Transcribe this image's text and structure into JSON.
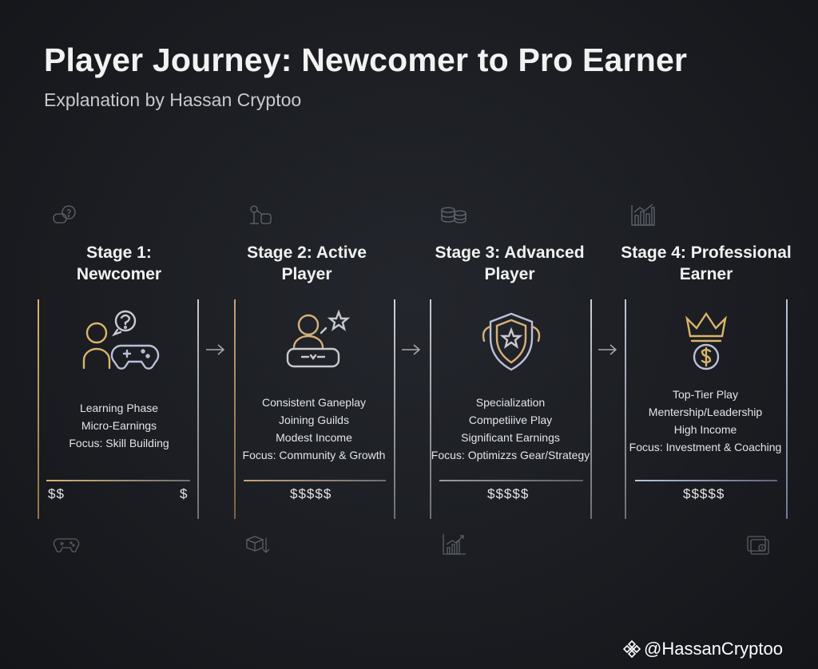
{
  "header": {
    "title": "Player Journey: Newcomer to Pro Earner",
    "subtitle": "Explanation by Hassan Cryptoo"
  },
  "stages": [
    {
      "title_line1": "Stage 1:",
      "title_line2": "Newcomer",
      "top_icon": "controller-question-icon",
      "main_icon": "person-question-gamepad-icon",
      "bottom_icon": "gamepad-icon",
      "items": [
        "Learning Phase",
        "Micro-Earnings",
        "Focus: Skill Building"
      ],
      "money_left": "$$",
      "money_right": "$",
      "color": "#d9b46a"
    },
    {
      "title_line1": "Stage 2: Active",
      "title_line2": "Player",
      "top_icon": "network-gear-icon",
      "main_icon": "person-star-platform-icon",
      "bottom_icon": "network-arrows-icon",
      "items": [
        "Consistent Ganeplay",
        "Joining Guilds",
        "Modest Income",
        "Focus: Community & Growth"
      ],
      "money": "$$$$$",
      "color": "#c6a277"
    },
    {
      "title_line1": "Stage 3: Advanced",
      "title_line2": "Player",
      "top_icon": "coin-stack-icon",
      "main_icon": "shield-star-icon",
      "bottom_icon": "growth-chart-icon",
      "items": [
        "Specialization",
        "Competiiive Play",
        "Significant Earnings",
        "Focus: Optimizzs Gear/Strategy"
      ],
      "money": "$$$$$",
      "color": "#9ba7c4"
    },
    {
      "title_line1": "Stage 4: Professional",
      "title_line2": "Earner",
      "top_icon": "bar-chart-icon",
      "main_icon": "crown-dollar-icon",
      "bottom_icon": "wallet-coin-icon",
      "items": [
        "Top-Tier Play",
        "Mentership/Leadership",
        "High Income",
        "Focus: Investment & Coaching"
      ],
      "money": "$$$$$",
      "color": "#aeb9cf"
    }
  ],
  "arrow_glyph": "→",
  "footer": {
    "handle": "@HassanCryptoo",
    "icon": "binance-diamond-icon"
  }
}
